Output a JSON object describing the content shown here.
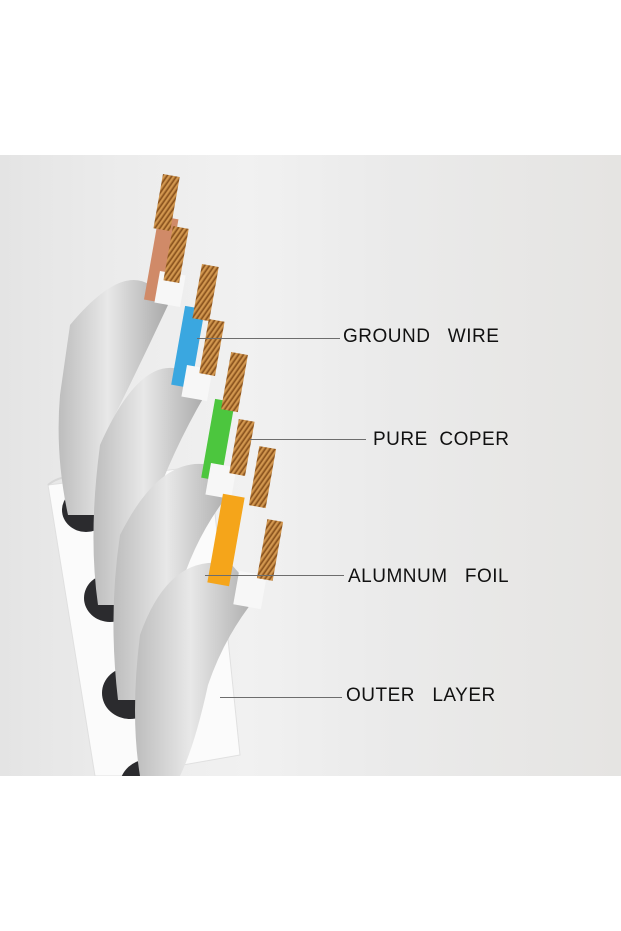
{
  "diagram": {
    "subject": "Ethernet cable cross-section",
    "labels": [
      {
        "id": "ground-wire",
        "text": "GROUND   WIRE"
      },
      {
        "id": "pure-coper",
        "text": "PURE  COPER"
      },
      {
        "id": "alumnum-foil",
        "text": "ALUMNUM   FOIL"
      },
      {
        "id": "outer-layer",
        "text": "OUTER   LAYER"
      }
    ],
    "wire_pairs": [
      {
        "name": "brown pair",
        "color": "#d08a68",
        "stripe": "#f7f7f7"
      },
      {
        "name": "blue pair",
        "color": "#3aa7e0",
        "stripe": "#f7f7f7"
      },
      {
        "name": "green pair",
        "color": "#4cc63e",
        "stripe": "#f7f7f7"
      },
      {
        "name": "orange pair",
        "color": "#f5a51a",
        "stripe": "#f7f7f7"
      }
    ],
    "colors": {
      "copper": "#c98a3c",
      "foil": "#cfcfcf",
      "jacket": "#ffffff",
      "leader_line": "#6d6d6d",
      "text": "#111111"
    }
  }
}
